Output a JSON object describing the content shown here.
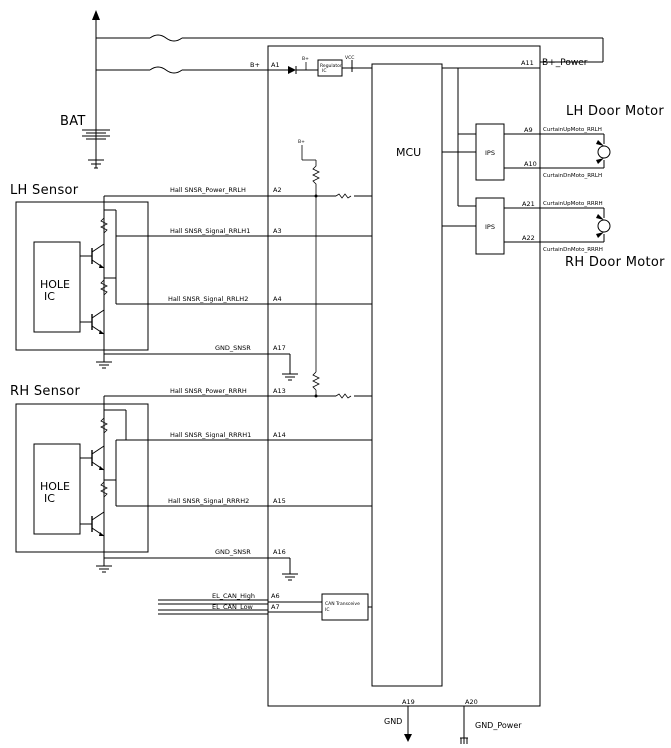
{
  "labels": {
    "bat": "BAT",
    "lh_sensor": "LH Sensor",
    "rh_sensor": "RH Sensor",
    "lh_door_motor": "LH Door Motor",
    "rh_door_motor": "RH Door Motor",
    "hole_ic_lh": "HOLE IC",
    "hole_ic_rh": "HOLE IC",
    "mcu": "MCU",
    "ips_1": "IPS",
    "ips_2": "IPS",
    "regulator": "Regulator IC",
    "vcc": "VCC",
    "bplus_small": "B+",
    "bplus_pullup": "B+",
    "can_transceiver": "CAN Transceiver IC",
    "gnd": "GND",
    "gnd_power": "GND_Power"
  },
  "left_pins": [
    {
      "signal": "B+",
      "pin": "A1"
    },
    {
      "signal": "Hall SNSR_Power_RRLH",
      "pin": "A2"
    },
    {
      "signal": "Hall SNSR_Signal_RRLH1",
      "pin": "A3"
    },
    {
      "signal": "Hall SNSR_Signal_RRLH2",
      "pin": "A4"
    },
    {
      "signal": "GND_SNSR",
      "pin": "A17"
    },
    {
      "signal": "Hall SNSR_Power_RRRH",
      "pin": "A13"
    },
    {
      "signal": "Hall SNSR_Signal_RRRH1",
      "pin": "A14"
    },
    {
      "signal": "Hall SNSR_Signal_RRRH2",
      "pin": "A15"
    },
    {
      "signal": "GND_SNSR",
      "pin": "A16"
    },
    {
      "signal": "EL_CAN_High",
      "pin": "A6"
    },
    {
      "signal": "EL_CAN_Low",
      "pin": "A7"
    }
  ],
  "right_pins": [
    {
      "signal": "B+_Power",
      "pin": "A11"
    },
    {
      "signal": "CurtainUpMoto_RRLH",
      "pin": "A9"
    },
    {
      "signal": "CurtainDnMoto_RRLH",
      "pin": "A10"
    },
    {
      "signal": "CurtainUpMoto_RRRH",
      "pin": "A21"
    },
    {
      "signal": "CurtainDnMoto_RRRH",
      "pin": "A22"
    }
  ],
  "bottom_pins": [
    {
      "pin": "A19"
    },
    {
      "pin": "A20"
    }
  ]
}
